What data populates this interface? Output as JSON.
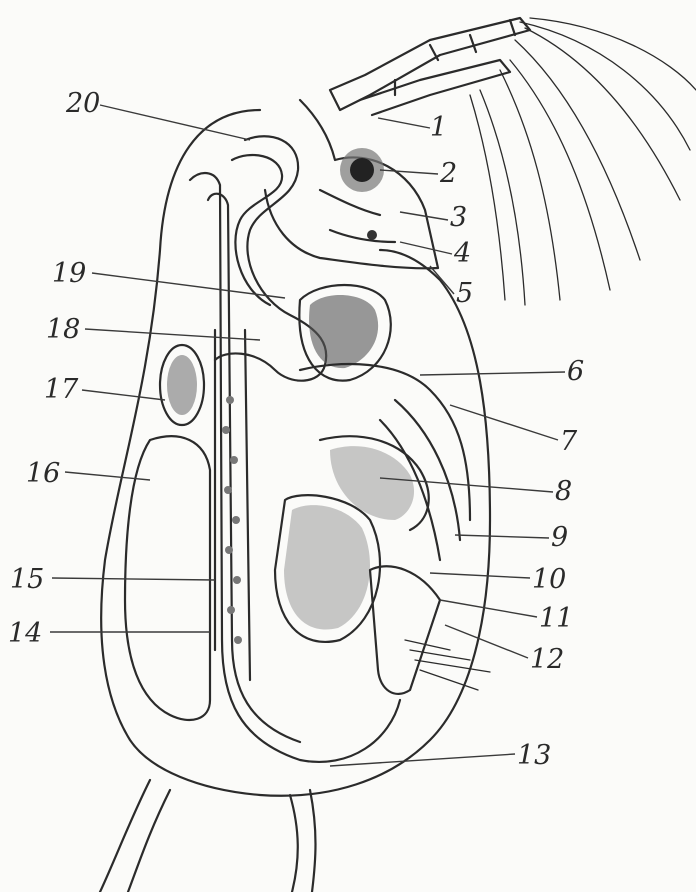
{
  "figure": {
    "labels": [
      {
        "id": "1",
        "text": "1"
      },
      {
        "id": "2",
        "text": "2"
      },
      {
        "id": "3",
        "text": "3"
      },
      {
        "id": "4",
        "text": "4"
      },
      {
        "id": "5",
        "text": "5"
      },
      {
        "id": "6",
        "text": "6"
      },
      {
        "id": "7",
        "text": "7"
      },
      {
        "id": "8",
        "text": "8"
      },
      {
        "id": "9",
        "text": "9"
      },
      {
        "id": "10",
        "text": "10"
      },
      {
        "id": "11",
        "text": "11"
      },
      {
        "id": "12",
        "text": "12"
      },
      {
        "id": "13",
        "text": "13"
      },
      {
        "id": "14",
        "text": "14"
      },
      {
        "id": "15",
        "text": "15"
      },
      {
        "id": "16",
        "text": "16"
      },
      {
        "id": "17",
        "text": "17"
      },
      {
        "id": "18",
        "text": "18"
      },
      {
        "id": "19",
        "text": "19"
      },
      {
        "id": "20",
        "text": "20"
      }
    ]
  }
}
